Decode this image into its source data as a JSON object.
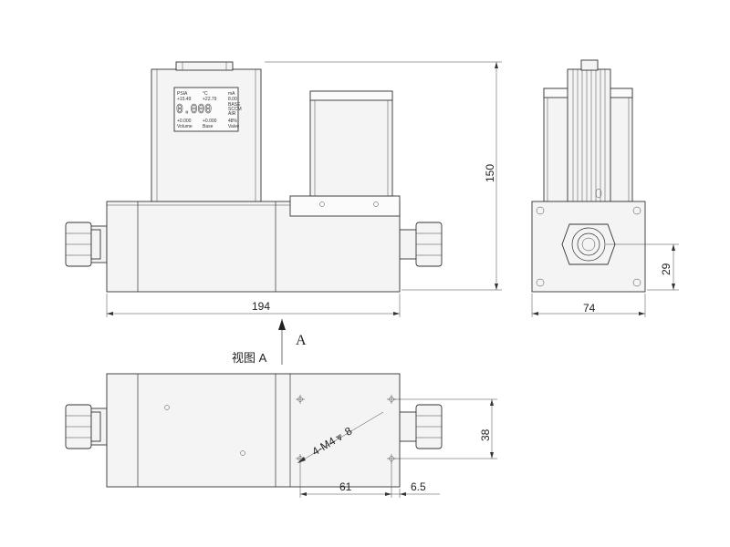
{
  "display": {
    "row1": [
      "PSIA",
      "°C",
      "mA"
    ],
    "row2": [
      "+15.49",
      "+22.79",
      "8.00"
    ],
    "main_value": "0.000",
    "units": [
      "BASE",
      "SCCM",
      "AIR"
    ],
    "row4": [
      "+0.000",
      "+0.000",
      "48%"
    ],
    "row5": [
      "Volume",
      "Base",
      "Valve"
    ]
  },
  "dimensions": {
    "length": "194",
    "height": "150",
    "width": "74",
    "port_height": "29",
    "hole_pitch_y": "38",
    "hole_pitch_x": "61",
    "hole_edge": "6.5",
    "thread_note": "4-M4",
    "thread_depth": "8",
    "depth_symbol": "⩔"
  },
  "labels": {
    "view_arrow": "A",
    "view_title": "视图 A"
  }
}
